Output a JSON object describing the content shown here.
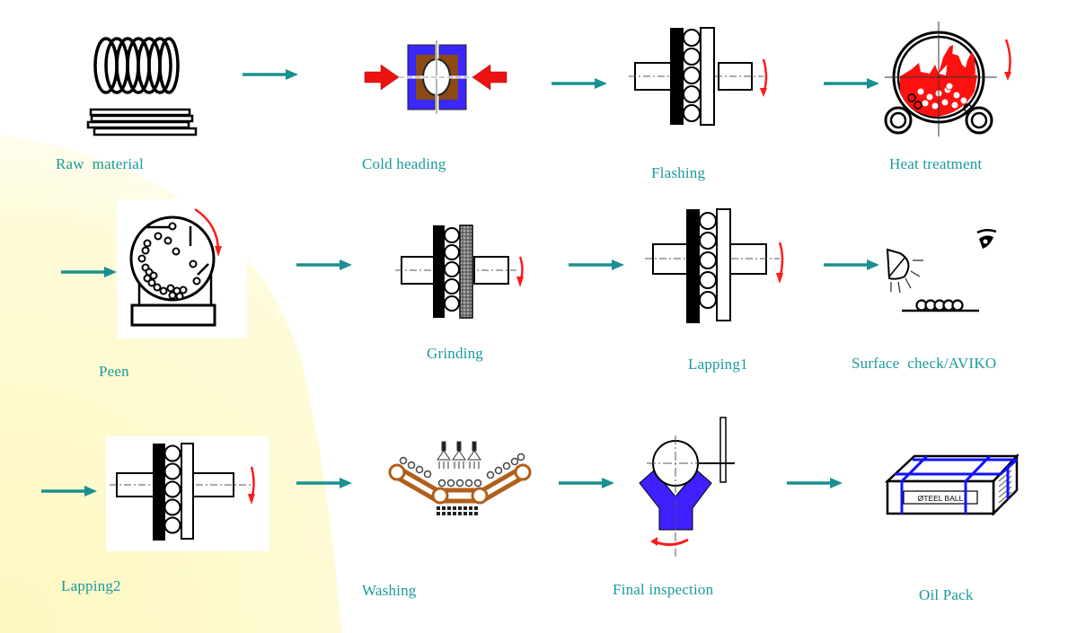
{
  "title": "Steel ball manufacturing process flow",
  "colors": {
    "label": "#1a9a9a",
    "arrow": "#1a9090",
    "rotation": "#ff1a1a",
    "die_outer": "#3a28ff",
    "die_inner": "#8b4a14",
    "vblock": "#3f20ff",
    "strap": "#1212ff",
    "conveyor": "#b0601a",
    "background_glow": "#fdfbd0"
  },
  "steps": [
    {
      "id": "raw-material",
      "label": "Raw  material",
      "icon": "wire-coil-icon"
    },
    {
      "id": "cold-heading",
      "label": "Cold heading",
      "icon": "heading-die-icon"
    },
    {
      "id": "flashing",
      "label": "Flashing",
      "icon": "flashing-plates-icon"
    },
    {
      "id": "heat-treatment",
      "label": "Heat treatment",
      "icon": "furnace-drum-icon"
    },
    {
      "id": "peen",
      "label": "Peen",
      "icon": "peening-drum-icon"
    },
    {
      "id": "grinding",
      "label": "Grinding",
      "icon": "grinding-plates-icon"
    },
    {
      "id": "lapping1",
      "label": "Lapping1",
      "icon": "lapping-plates-icon"
    },
    {
      "id": "surface-check",
      "label": "Surface  check/AVIKO",
      "icon": "lamp-eye-inspection-icon"
    },
    {
      "id": "lapping2",
      "label": "Lapping2",
      "icon": "lapping-plates-icon"
    },
    {
      "id": "washing",
      "label": "Washing",
      "icon": "washing-conveyor-icon"
    },
    {
      "id": "final-inspection",
      "label": "Final inspection",
      "icon": "vblock-gauge-icon"
    },
    {
      "id": "oil-pack",
      "label": "Oil Pack",
      "icon": "strapped-box-icon"
    }
  ],
  "box_text": "ØTEEL BALL",
  "flow_arrow_icon": "right-arrow-icon"
}
